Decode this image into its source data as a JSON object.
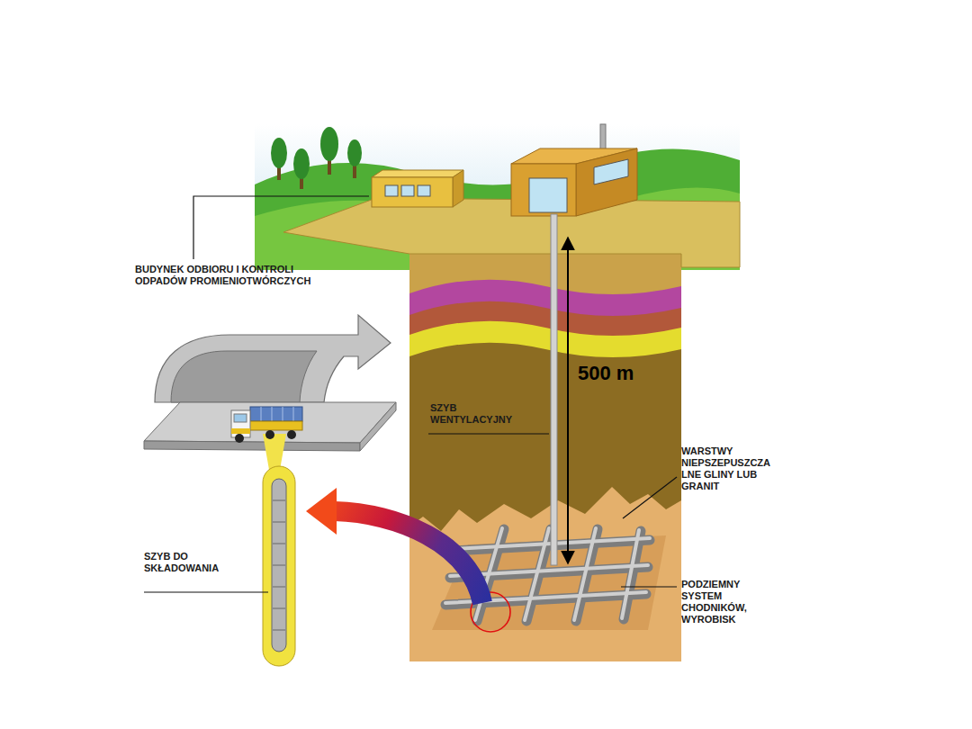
{
  "diagram": {
    "labels": [
      "BUDYNEK ODBIORU I KONTROLI ODPADÓW PROMIENIOTWÓRCZYCH",
      "500 m",
      "SZYB WENTYLACYJNY",
      "WARSTWY NIEPSZEPUSZCZA LNE GLINY LUB GRANIT",
      "SZYB DO SKŁADOWANIA",
      "PODZIEMNY SYSTEM CHODNIKÓW, WYROBISK"
    ]
  }
}
